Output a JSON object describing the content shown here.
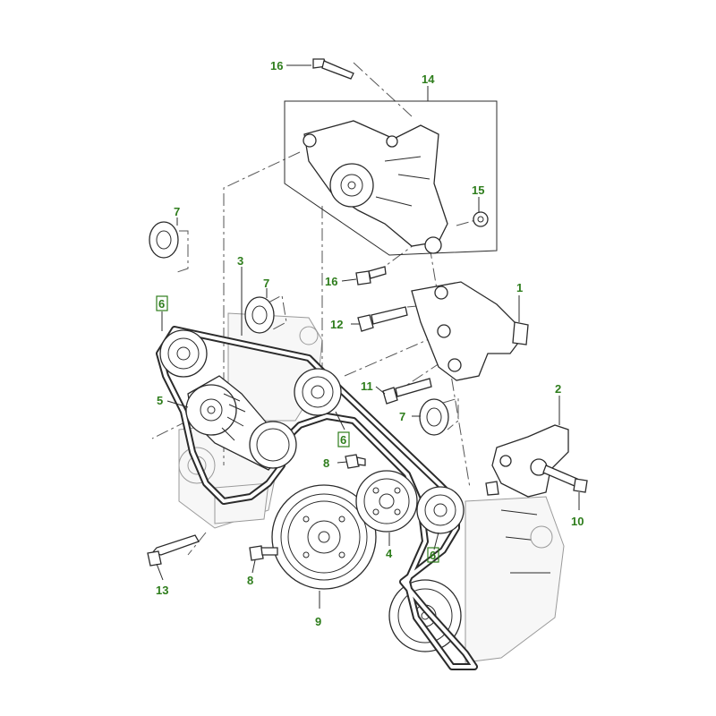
{
  "diagram": {
    "callouts": [
      {
        "id": "c16a",
        "label": "16"
      },
      {
        "id": "c14",
        "label": "14"
      },
      {
        "id": "c15",
        "label": "15"
      },
      {
        "id": "c7a",
        "label": "7"
      },
      {
        "id": "c3",
        "label": "3"
      },
      {
        "id": "c7b",
        "label": "7"
      },
      {
        "id": "c16b",
        "label": "16"
      },
      {
        "id": "c1",
        "label": "1"
      },
      {
        "id": "c6a",
        "label": "6"
      },
      {
        "id": "c12",
        "label": "12"
      },
      {
        "id": "c11",
        "label": "11"
      },
      {
        "id": "c2",
        "label": "2"
      },
      {
        "id": "c5",
        "label": "5"
      },
      {
        "id": "c7c",
        "label": "7"
      },
      {
        "id": "c6b",
        "label": "6"
      },
      {
        "id": "c8a",
        "label": "8"
      },
      {
        "id": "c10",
        "label": "10"
      },
      {
        "id": "c6c",
        "label": "6"
      },
      {
        "id": "c4",
        "label": "4"
      },
      {
        "id": "c13",
        "label": "13"
      },
      {
        "id": "c8b",
        "label": "8"
      },
      {
        "id": "c9",
        "label": "9"
      }
    ],
    "colors": {
      "callout": "#2e7d1c",
      "linework": "#2b2b2b"
    }
  }
}
